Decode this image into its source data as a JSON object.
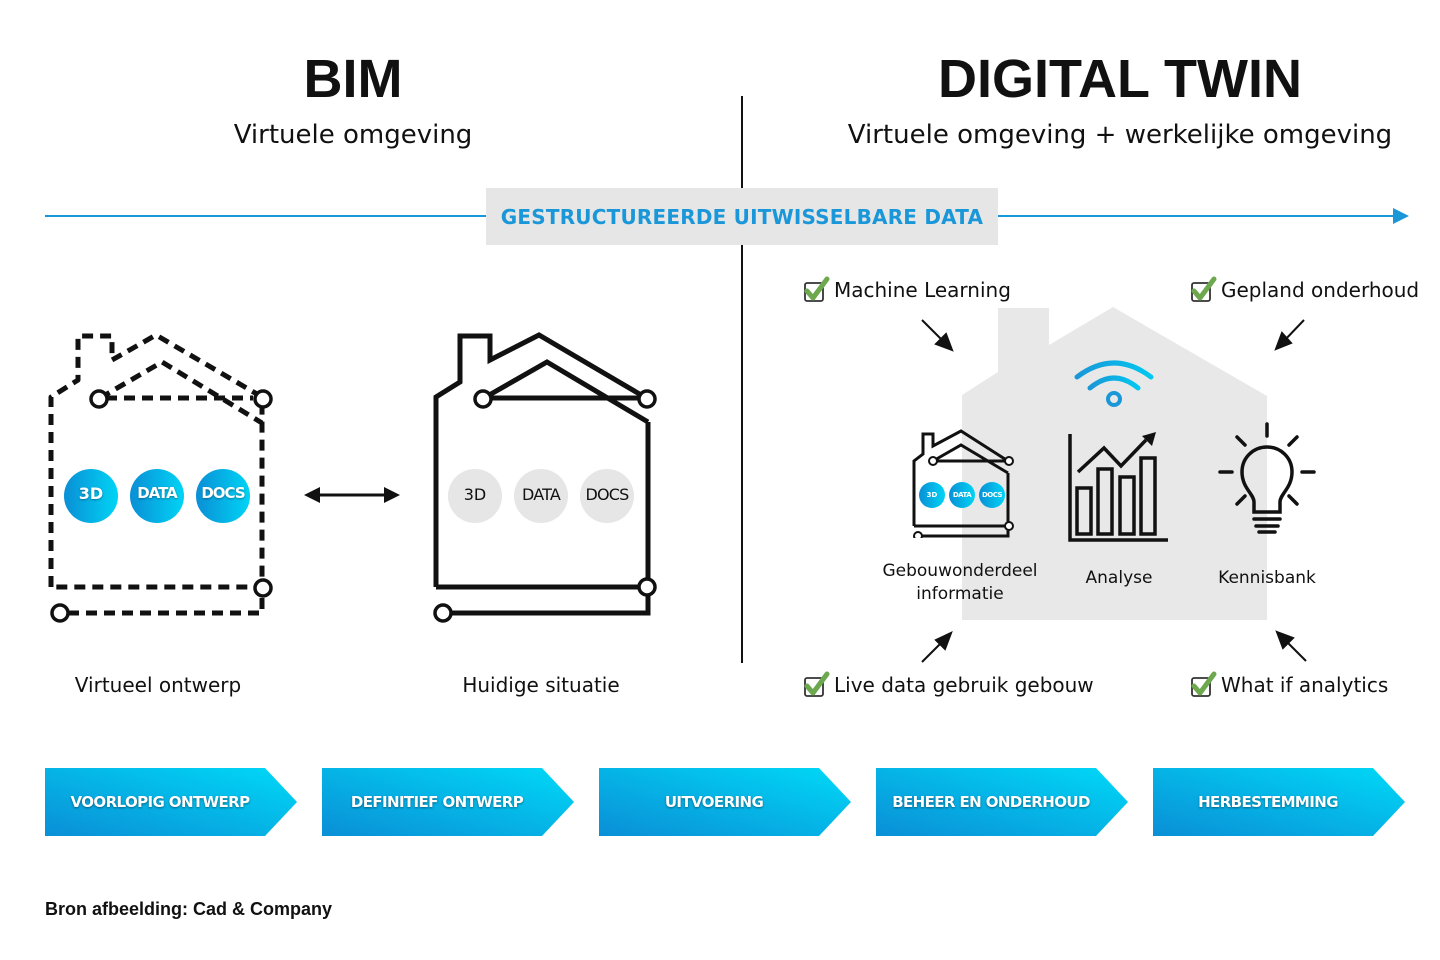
{
  "bim": {
    "title": "BIM",
    "subtitle": "Virtuele omgeving",
    "houses": [
      {
        "caption": "Virtueel ontwerp",
        "style": "dashed",
        "bubbles": [
          "3D",
          "DATA",
          "DOCS"
        ],
        "bubble_color": "#00a8e8"
      },
      {
        "caption": "Huidige situatie",
        "style": "solid",
        "bubbles": [
          "3D",
          "DATA",
          "DOCS"
        ],
        "bubble_color": "#e6e6e6"
      }
    ],
    "connector": "double-arrow-icon"
  },
  "digital_twin": {
    "title": "DIGITAL TWIN",
    "subtitle": "Virtuele omgeving + werkelijke omgeving",
    "features": [
      {
        "label": "Machine Learning",
        "icon": "checkbox-checked-icon"
      },
      {
        "label": "Gepland onderhoud",
        "icon": "checkbox-checked-icon"
      },
      {
        "label": "Live data gebruik gebouw",
        "icon": "checkbox-checked-icon"
      },
      {
        "label": "What if analytics",
        "icon": "checkbox-checked-icon"
      }
    ],
    "center_icons": [
      {
        "label_line1": "Gebouwonderdeel",
        "label_line2": "informatie",
        "icon": "house-data-icon",
        "bubbles": [
          "3D",
          "DATA",
          "DOCS"
        ]
      },
      {
        "label_line1": "Analyse",
        "icon": "bar-chart-icon"
      },
      {
        "label_line1": "Kennisbank",
        "icon": "lightbulb-icon"
      }
    ],
    "connectivity_icon": "wifi-icon"
  },
  "data_band": {
    "label": "GESTRUCTUREERDE UITWISSELBARE DATA",
    "color": "#1a97d8"
  },
  "phases": [
    {
      "label": "VOORLOPIG ONTWERP"
    },
    {
      "label": "DEFINITIEF ONTWERP"
    },
    {
      "label": "UITVOERING"
    },
    {
      "label": "BEHEER EN ONDERHOUD"
    },
    {
      "label": "HERBESTEMMING"
    }
  ],
  "colors": {
    "accent_blue": "#1a97d8",
    "phase_gradient_start": "#0a8fd6",
    "phase_gradient_end": "#00d4f5",
    "check_green": "#6ea84e",
    "house_grey": "#e8e8e8"
  },
  "credit": "Bron afbeelding: Cad & Company"
}
